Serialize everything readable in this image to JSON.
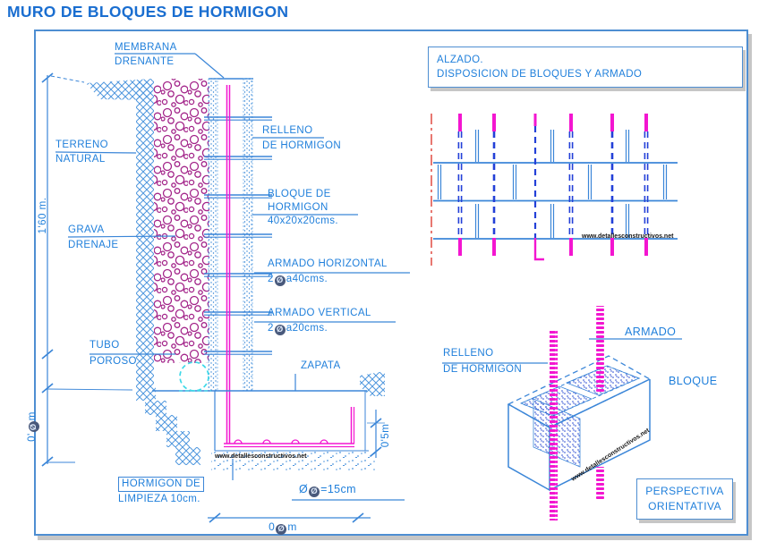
{
  "title": "MURO DE BLOQUES DE HORMIGON",
  "watermark": "www.detallesconstructivos.net",
  "colors": {
    "blue_text": "#1f7fdb",
    "blue_line": "#3b86d8",
    "magenta": "#f316d0",
    "gravel_magenta": "#a3258a",
    "cyan": "#3fd9e8",
    "red_axis": "#e2574e"
  },
  "section": {
    "labels": {
      "membrana_line1": "MEMBRANA",
      "membrana_line2": "DRENANTE",
      "terreno_line1": "TERRENO",
      "terreno_line2": "NATURAL",
      "grava_line1": "GRAVA",
      "grava_line2": "DRENAJE",
      "tubo_line1": "TUBO",
      "tubo_line2": "POROSO",
      "relleno_line1": "RELLENO",
      "relleno_line2": "DE HORMIGON",
      "bloque_line1": "BLOQUE DE",
      "bloque_line2": "HORMIGON",
      "bloque_line3": "40x20x20cms.",
      "armado_h_line1": "ARMADO HORIZONTAL",
      "armado_h_prefix": "2",
      "armado_h_chip": "Ø",
      "armado_h_suffix": "a40cms.",
      "armado_v_line1": "ARMADO VERTICAL",
      "armado_v_prefix": "2",
      "armado_v_chip": "Ø",
      "armado_v_suffix": "a20cms.",
      "zapata": "ZAPATA",
      "limpieza_line1": "HORMIGON DE",
      "limpieza_line2": "LIMPIEZA 10cm.",
      "diametro_prefix": "Ø",
      "diametro_chip": "Ø",
      "diametro_suffix": "=15cm"
    },
    "dims": {
      "wall_height": "1'60 m.",
      "lower_prefix": "0'",
      "lower_chip": "Ø",
      "lower_suffix": "m",
      "footing_height": "0'5m",
      "width_prefix": "0",
      "width_chip": "Ø",
      "width_suffix": "m"
    }
  },
  "elevation": {
    "title_line1": "ALZADO.",
    "title_line2": "DISPOSICION DE BLOQUES Y ARMADO"
  },
  "perspective": {
    "relleno_line1": "RELLENO",
    "relleno_line2": "DE HORMIGON",
    "armado": "ARMADO",
    "bloque": "BLOQUE",
    "caption_line1": "PERSPECTIVA",
    "caption_line2": "ORIENTATIVA"
  }
}
